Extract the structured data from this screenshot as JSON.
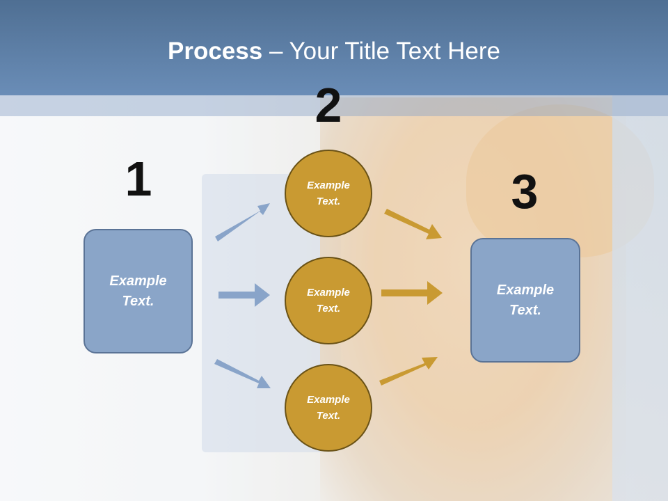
{
  "slide": {
    "title_bold": "Process",
    "title_rest": " – Your Title Text Here"
  },
  "steps": {
    "one": "1",
    "two": "2",
    "three": "3"
  },
  "left_box": {
    "line1": "Example",
    "line2": "Text."
  },
  "right_box": {
    "line1": "Example",
    "line2": "Text."
  },
  "circles": [
    {
      "line1": "Example",
      "line2": "Text."
    },
    {
      "line1": "Example",
      "line2": "Text."
    },
    {
      "line1": "Example",
      "line2": "Text."
    }
  ],
  "colors": {
    "header": "#5b7ba3",
    "box_fill": "#8aa5c8",
    "circle_fill": "#c99a32",
    "arrow_blue": "#7f9cc4",
    "arrow_gold": "#c99a32"
  }
}
